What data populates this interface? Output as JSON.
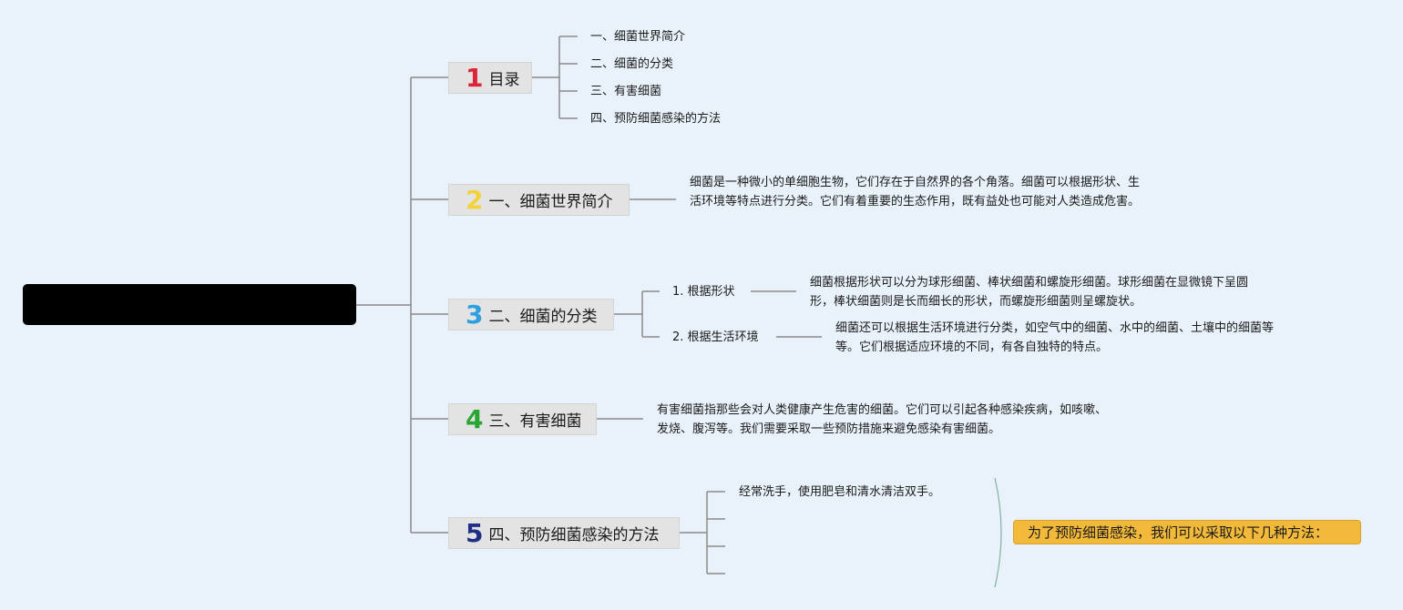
{
  "root": {
    "title": ""
  },
  "branches": [
    {
      "num": "1",
      "num_color": "#d9263a",
      "label": "目录",
      "items": [
        "一、细菌世界简介",
        "二、细菌的分类",
        "三、有害细菌",
        "四、预防细菌感染的方法"
      ]
    },
    {
      "num": "2",
      "num_color": "#f3d23a",
      "label": "一、细菌世界简介",
      "text": "细菌是一种微小的单细胞生物，它们存在于自然界的各个角落。细菌可以根据形状、生活环境等特点进行分类。它们有着重要的生态作用，既有益处也可能对人类造成危害。"
    },
    {
      "num": "3",
      "num_color": "#2f9fe0",
      "label": "二、细菌的分类",
      "subs": [
        {
          "label": "1. 根据形状",
          "text": "细菌根据形状可以分为球形细菌、棒状细菌和螺旋形细菌。球形细菌在显微镜下呈圆形，棒状细菌则是长而细长的形状，而螺旋形细菌则呈螺旋状。"
        },
        {
          "label": "2. 根据生活环境",
          "text": "细菌还可以根据生活环境进行分类，如空气中的细菌、水中的细菌、土壤中的细菌等等。它们根据适应环境的不同，有各自独特的特点。"
        }
      ]
    },
    {
      "num": "4",
      "num_color": "#29a534",
      "label": "三、有害细菌",
      "text": "有害细菌指那些会对人类健康产生危害的细菌。它们可以引起各种感染疾病，如咳嗽、发烧、腹泻等。我们需要采取一些预防措施来避免感染有害细菌。"
    },
    {
      "num": "5",
      "num_color": "#1f2f86",
      "label": "四、预防细菌感染的方法",
      "items": [
        "经常洗手，使用肥皂和清水清洁双手。",
        "",
        "",
        ""
      ]
    }
  ],
  "summary": {
    "text": "为了预防细菌感染，我们可以采取以下几种方法："
  },
  "colors": {
    "background": "#e9f2fa",
    "connector": "#8a8a8a",
    "summary_fill": "#f2b93b",
    "summary_brace": "#7fb3a3"
  }
}
